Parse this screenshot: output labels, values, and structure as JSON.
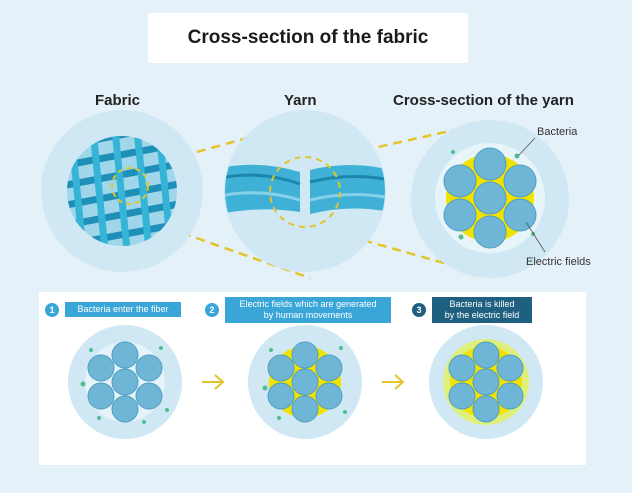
{
  "title": "Cross-section of the fabric",
  "headings": {
    "fabric": "Fabric",
    "yarn": "Yarn",
    "cross_section": "Cross-section of the yarn"
  },
  "notes": {
    "bacteria": "Bacteria",
    "electric_fields": "Electric fields"
  },
  "steps": [
    {
      "number": "1",
      "label": "Bacteria enter the fiber",
      "color": "#3aa6d8"
    },
    {
      "number": "2",
      "label": "Electric fields which are generated\nby human movements",
      "color": "#3aa6d8"
    },
    {
      "number": "3",
      "label": "Bacteria is killed\nby the electric field",
      "color": "#1f5f80"
    }
  ],
  "colors": {
    "background": "#e4f1f8",
    "fiber": "#6fb6d6",
    "electric_field": "#f2e200",
    "connector": "#e3c42a",
    "circle_bg": "#cfe8f4"
  }
}
